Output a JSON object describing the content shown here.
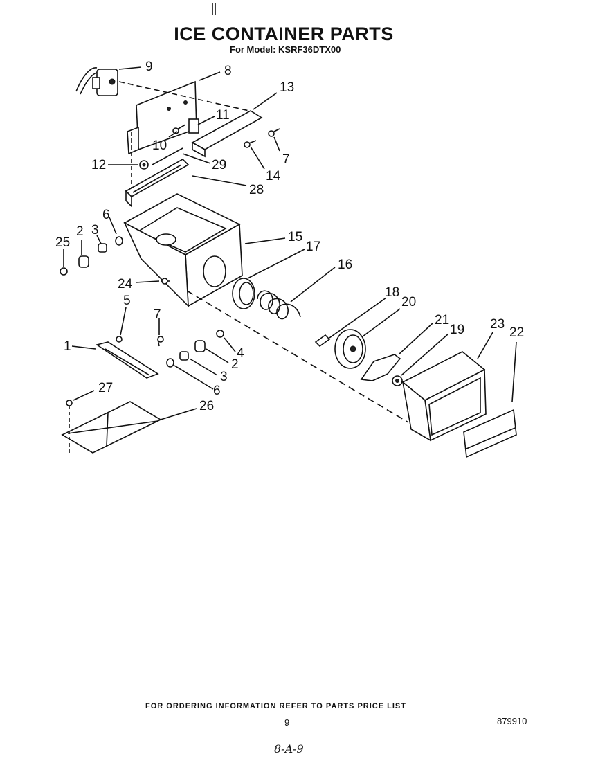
{
  "header": {
    "title": "ICE CONTAINER PARTS",
    "subtitle": "For Model: KSRF36DTX00"
  },
  "callouts": {
    "c9": "9",
    "c8": "8",
    "c13": "13",
    "c11": "11",
    "c10": "10",
    "c7a": "7",
    "c14": "14",
    "c12": "12",
    "c29": "29",
    "c28": "28",
    "c6a": "6",
    "c3a": "3",
    "c2a": "2",
    "c25": "25",
    "c15": "15",
    "c17": "17",
    "c16": "16",
    "c24": "24",
    "c5": "5",
    "c7b": "7",
    "c18": "18",
    "c20": "20",
    "c21": "21",
    "c19": "19",
    "c23": "23",
    "c22": "22",
    "c1": "1",
    "c4": "4",
    "c2b": "2",
    "c3b": "3",
    "c6b": "6",
    "c27": "27",
    "c26": "26"
  },
  "footer": {
    "ordering_note": "FOR ORDERING INFORMATION REFER TO PARTS PRICE LIST",
    "page_number": "9",
    "document_number": "879910",
    "handwritten_note": "8-A-9"
  }
}
